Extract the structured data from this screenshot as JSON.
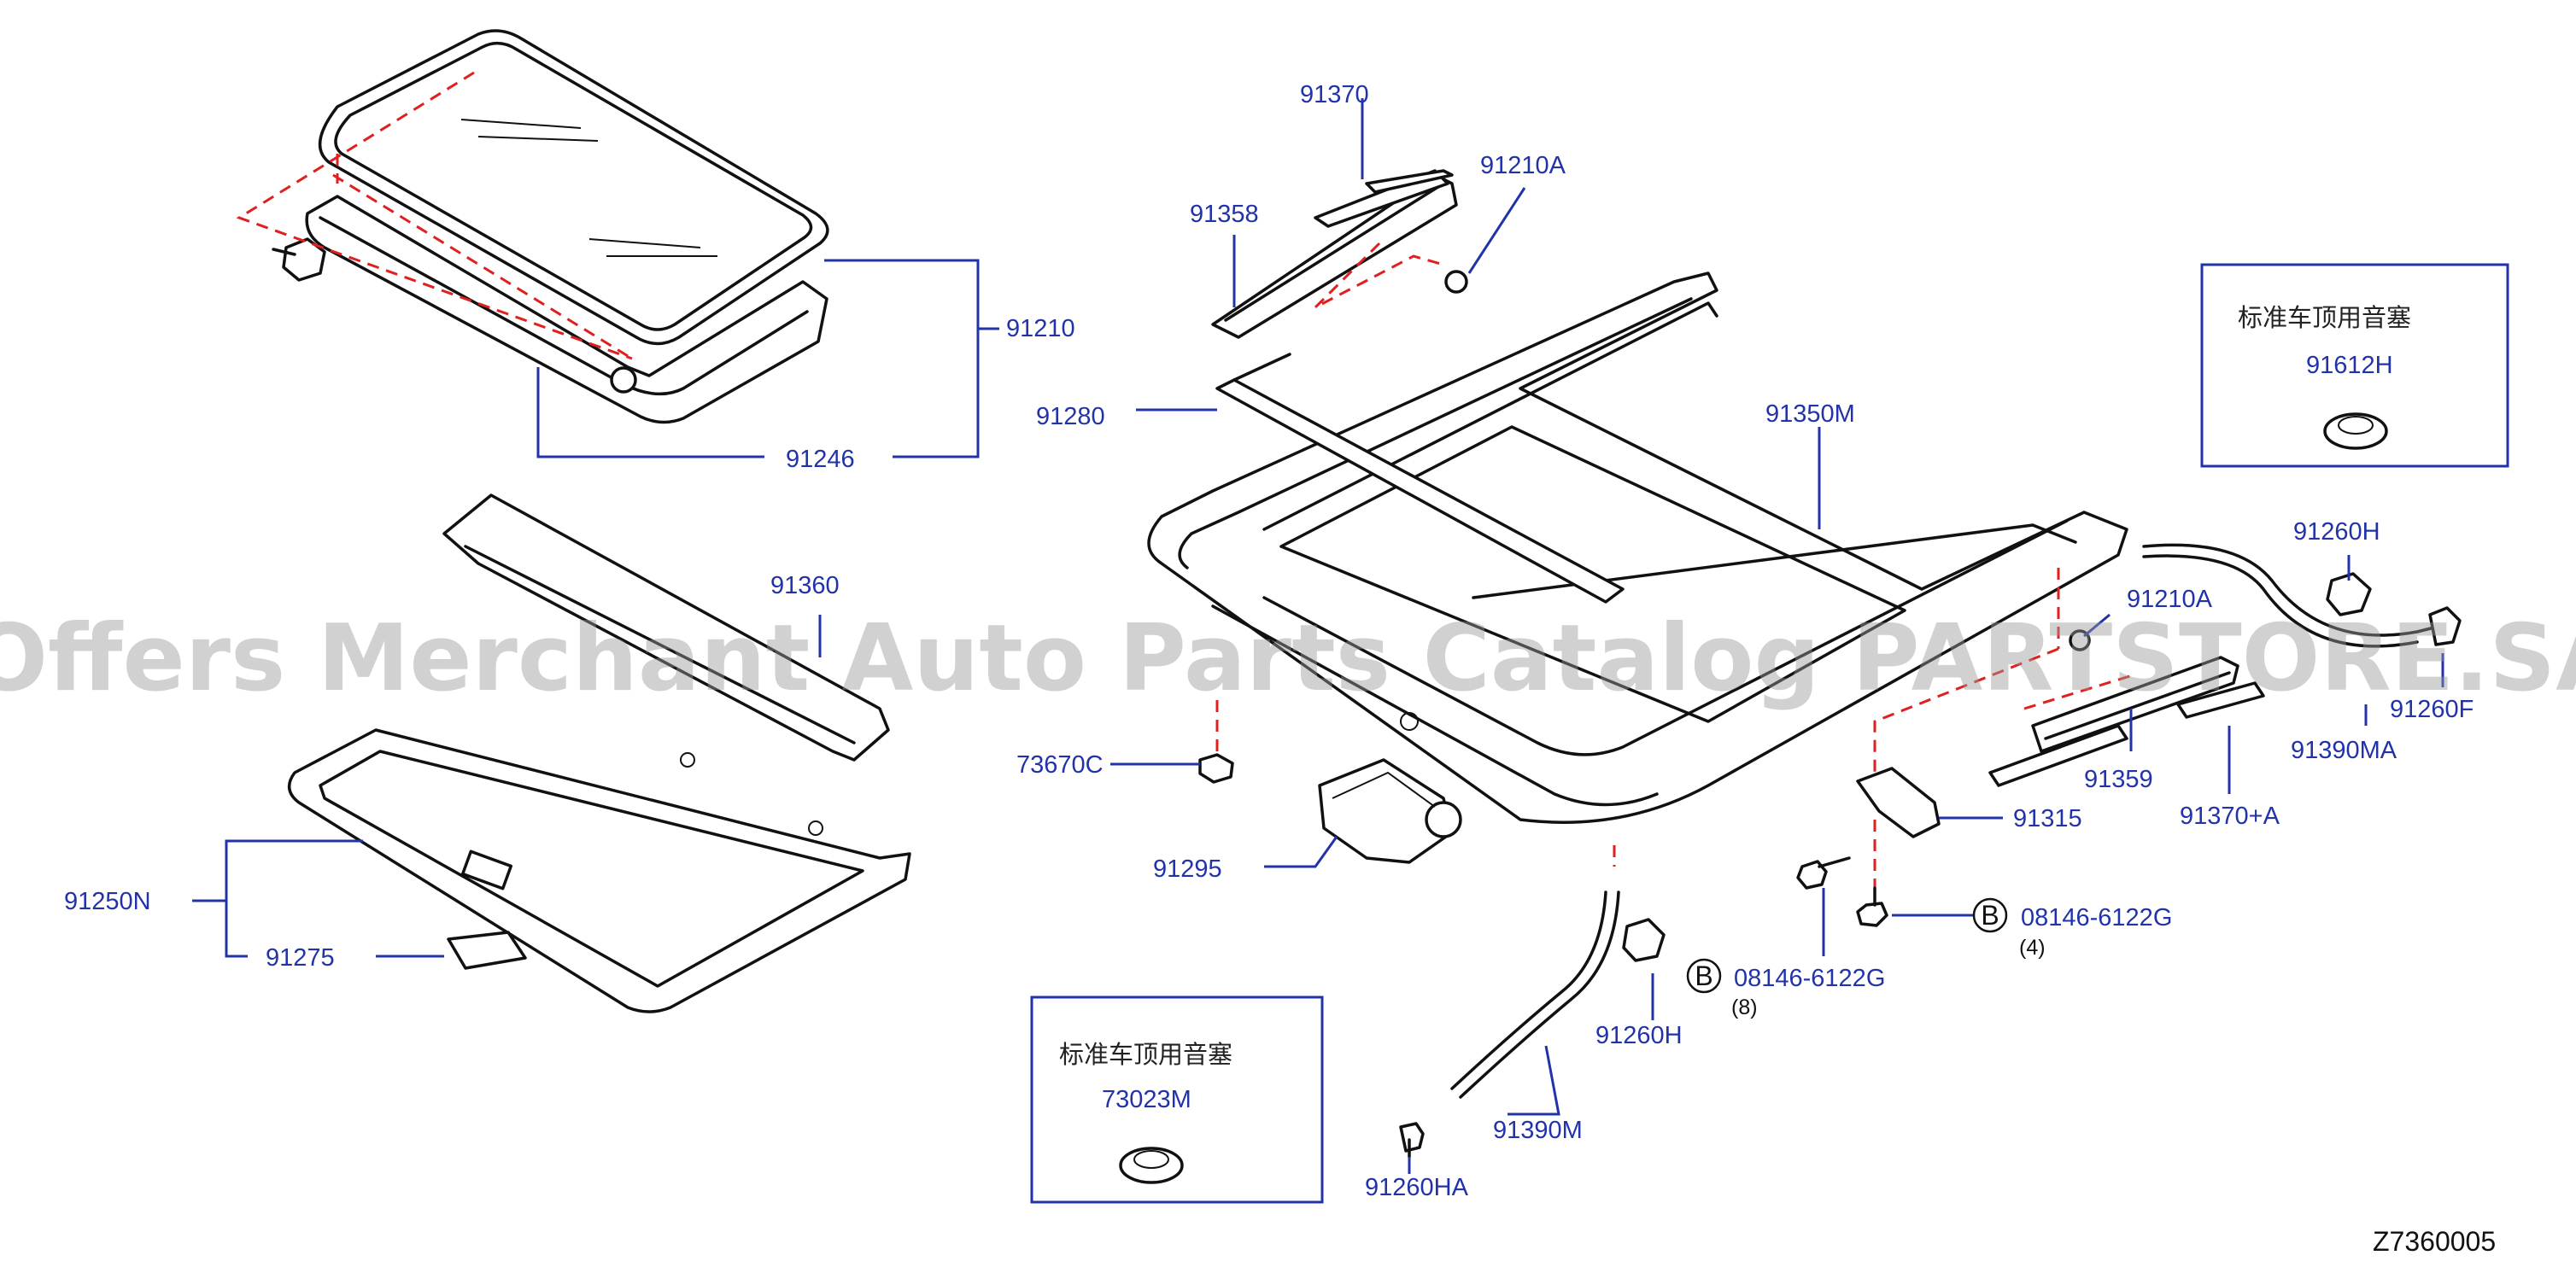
{
  "watermark": "Offers Merchant Auto Parts Catalog PARTSTORE.SA",
  "diagram_code": "Z7360005",
  "boxes": {
    "top_right": {
      "note": "标准车顶用音塞",
      "part": "91612H"
    },
    "bottom": {
      "note": "标准车顶用音塞",
      "part": "73023M"
    }
  },
  "labels": {
    "p91370": "91370",
    "p91210a_top": "91210A",
    "p91358": "91358",
    "p91210": "91210",
    "p91280": "91280",
    "p91246": "91246",
    "p91350m": "91350M",
    "p91360": "91360",
    "p91260h_right": "91260H",
    "p91210a_right": "91210A",
    "p73670c": "73670C",
    "p91359": "91359",
    "p91370a": "91370+A",
    "p91390ma": "91390MA",
    "p91260f": "91260F",
    "p91315": "91315",
    "p91295": "91295",
    "p91250n": "91250N",
    "p91275": "91275",
    "bolt_b_right": "08146-6122G",
    "bolt_b_right_qty": "(4)",
    "bolt_b_left": "08146-6122G",
    "bolt_b_left_qty": "(8)",
    "p91260h_bottom": "91260H",
    "p91390m": "91390M",
    "p91260ha": "91260HA"
  },
  "symbols": {
    "bolt_marker": "B"
  },
  "colors": {
    "callout": "#2233aa",
    "centerline": "#e02020",
    "linework": "#111111",
    "watermark": "#9a9a9a"
  }
}
